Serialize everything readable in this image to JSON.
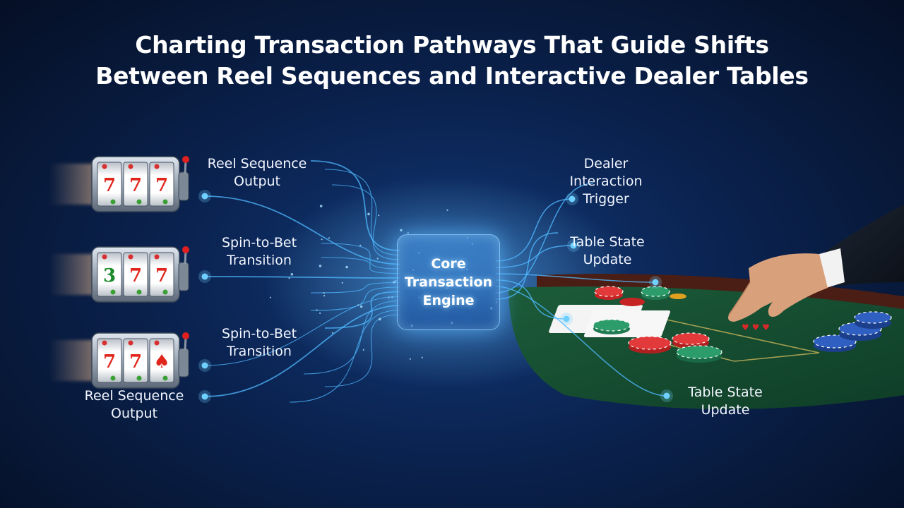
{
  "title": {
    "line1": "Charting Transaction Pathways That Guide Shifts",
    "line2": "Between Reel Sequences and Interactive Dealer Tables"
  },
  "engine": {
    "line1": "Core",
    "line2": "Transaction",
    "line3": "Engine"
  },
  "inputs": [
    {
      "line1": "Reel Sequence",
      "line2": "Output"
    },
    {
      "line1": "Spin-to-Bet",
      "line2": "Transition"
    },
    {
      "line1": "Spin-to-Bet",
      "line2": "Transition"
    },
    {
      "line1": "Reel Sequence",
      "line2": "Output"
    }
  ],
  "outputs": [
    {
      "line1": "Dealer",
      "line2": "Interaction",
      "line3": "Trigger"
    },
    {
      "line1": "Table State",
      "line2": "Update"
    },
    {
      "line1": "Table State",
      "line2": "Update"
    }
  ],
  "slot_machines": [
    {
      "reels": [
        "7",
        "7",
        "7"
      ],
      "reel_colors": [
        "#e0261c",
        "#e0261c",
        "#e0261c"
      ]
    },
    {
      "reels": [
        "3",
        "7",
        "7"
      ],
      "reel_colors": [
        "#1a8a2a",
        "#e0261c",
        "#e0261c"
      ]
    },
    {
      "reels": [
        "7",
        "7",
        "♠"
      ],
      "reel_colors": [
        "#e0261c",
        "#e0261c",
        "#e0261c"
      ]
    }
  ],
  "colors": {
    "background": "#0b2453",
    "flow_line": "#4fb8ff",
    "node": "#6fd0ff",
    "table_felt": "#1e6b3f"
  },
  "icons": [
    "slot-machine-icon",
    "dealer-hand-icon",
    "poker-chip-icon",
    "playing-card-icon"
  ]
}
